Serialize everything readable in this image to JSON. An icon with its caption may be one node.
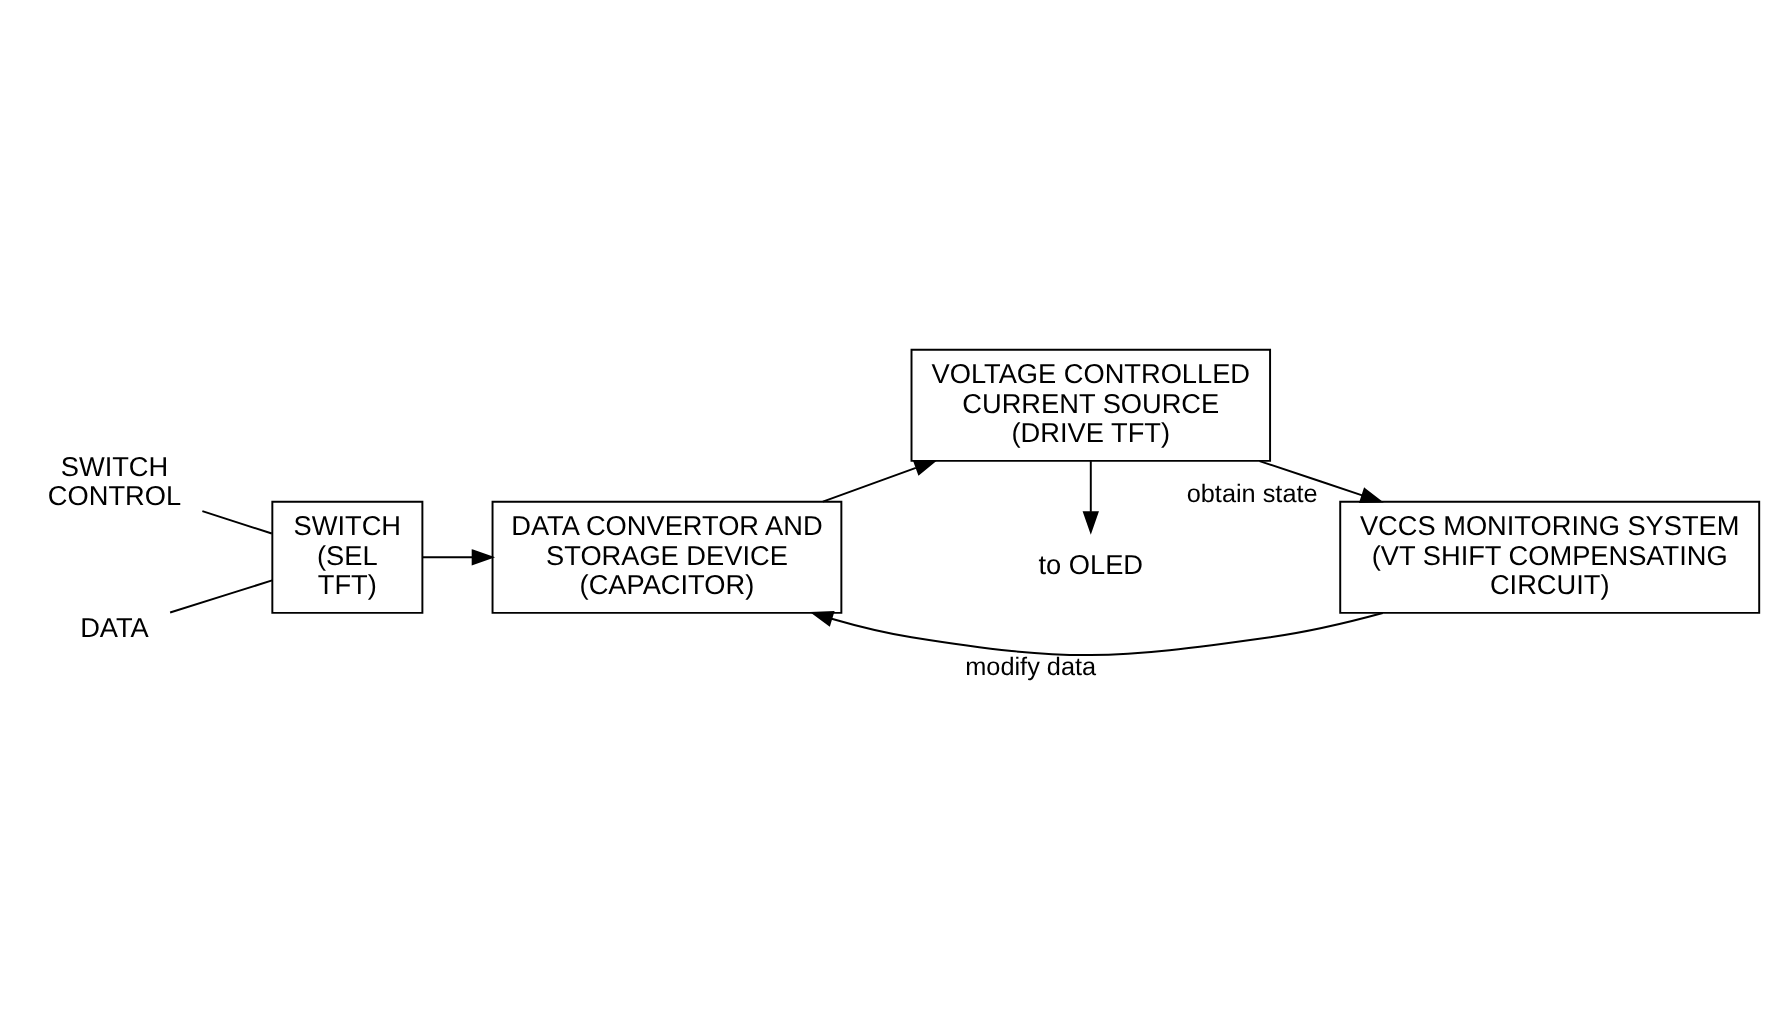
{
  "diagram": {
    "nodes": [
      {
        "text": [
          "SWITCH CONTROL"
        ]
      },
      {
        "text": [
          "DATA"
        ]
      },
      {
        "text": [
          "SWITCH (SEL TFT)"
        ]
      },
      {
        "text": [
          "DATA CONVERTOR AND STORAGE DEVICE (CAPACITOR)"
        ]
      },
      {
        "text": [
          "VOLTAGE CONTROLLED CURRENT SOURCE (DRIVE TFT)"
        ]
      },
      {
        "text": [
          "to OLED"
        ]
      },
      {
        "text": [
          "VCCS MONITORING SYSTEM (VT SHIFT COMPENSATING CIRCUIT)"
        ]
      }
    ],
    "edges": [
      {
        "from": 0,
        "to": 2,
        "arrow": "none"
      },
      {
        "from": 1,
        "to": 2,
        "arrow": "none"
      },
      {
        "from": 2,
        "to": 3,
        "arrow": "to"
      },
      {
        "from": 3,
        "to": 4,
        "arrow": "to"
      },
      {
        "from": 4,
        "to": 5,
        "arrow": "to"
      },
      {
        "from": 6,
        "to": 3,
        "arrow": "to",
        "label": "modify data"
      },
      {
        "from": 4,
        "to": 6,
        "arrow": "to",
        "label": "obtain state"
      }
    ]
  }
}
